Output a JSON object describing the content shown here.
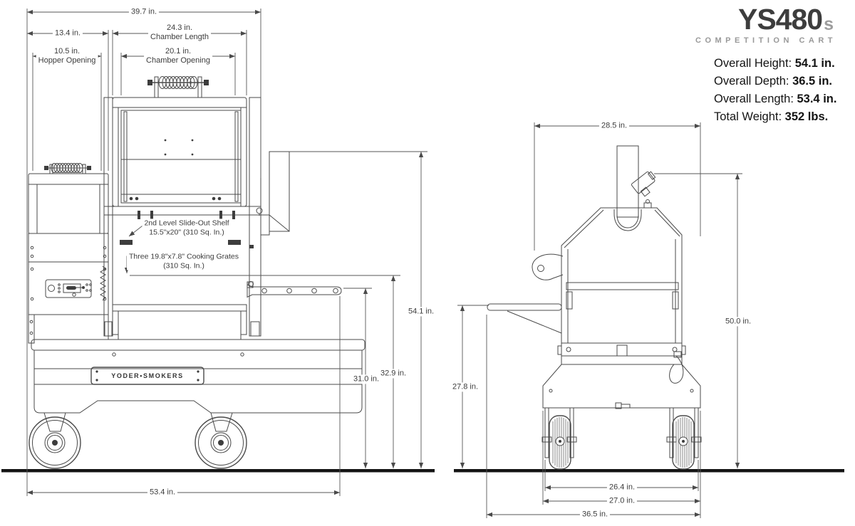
{
  "brand": {
    "model": "YS480",
    "badge": "s",
    "subtitle": "COMPETITION CART"
  },
  "specs": {
    "height_label": "Overall Height:",
    "height_value": "54.1 in.",
    "depth_label": "Overall Depth:",
    "depth_value": "36.5 in.",
    "length_label": "Overall Length:",
    "length_value": "53.4 in.",
    "weight_label": "Total Weight:",
    "weight_value": "352 lbs."
  },
  "side_view": {
    "dim_overall_width": "39.7 in.",
    "dim_hopper_width": "13.4 in.",
    "dim_chamber_length": "24.3 in.",
    "dim_chamber_length_caption": "Chamber Length",
    "dim_hopper_opening": "10.5 in.",
    "dim_hopper_opening_caption": "Hopper Opening",
    "dim_chamber_opening": "20.1 in.",
    "dim_chamber_opening_caption": "Chamber Opening",
    "dim_overall_height": "54.1 in.",
    "dim_grate_height": "32.9 in.",
    "dim_shelf_height": "31.0 in.",
    "dim_overall_length": "53.4 in.",
    "note_shelf_line1": "2nd Level Slide-Out Shelf",
    "note_shelf_line2": "15.5\"x20\" (310 Sq. In.)",
    "note_grates_line1": "Three 19.8\"x7.8\" Cooking Grates",
    "note_grates_line2": "(310 Sq. In.)",
    "nameplate": "YODER•SMOKERS"
  },
  "front_view": {
    "dim_top_width": "28.5 in.",
    "dim_overall_height": "50.0 in.",
    "dim_shelf_height": "27.8 in.",
    "dim_wheel_track_inner": "26.4 in.",
    "dim_wheel_track": "27.0 in.",
    "dim_overall_depth": "36.5 in."
  }
}
